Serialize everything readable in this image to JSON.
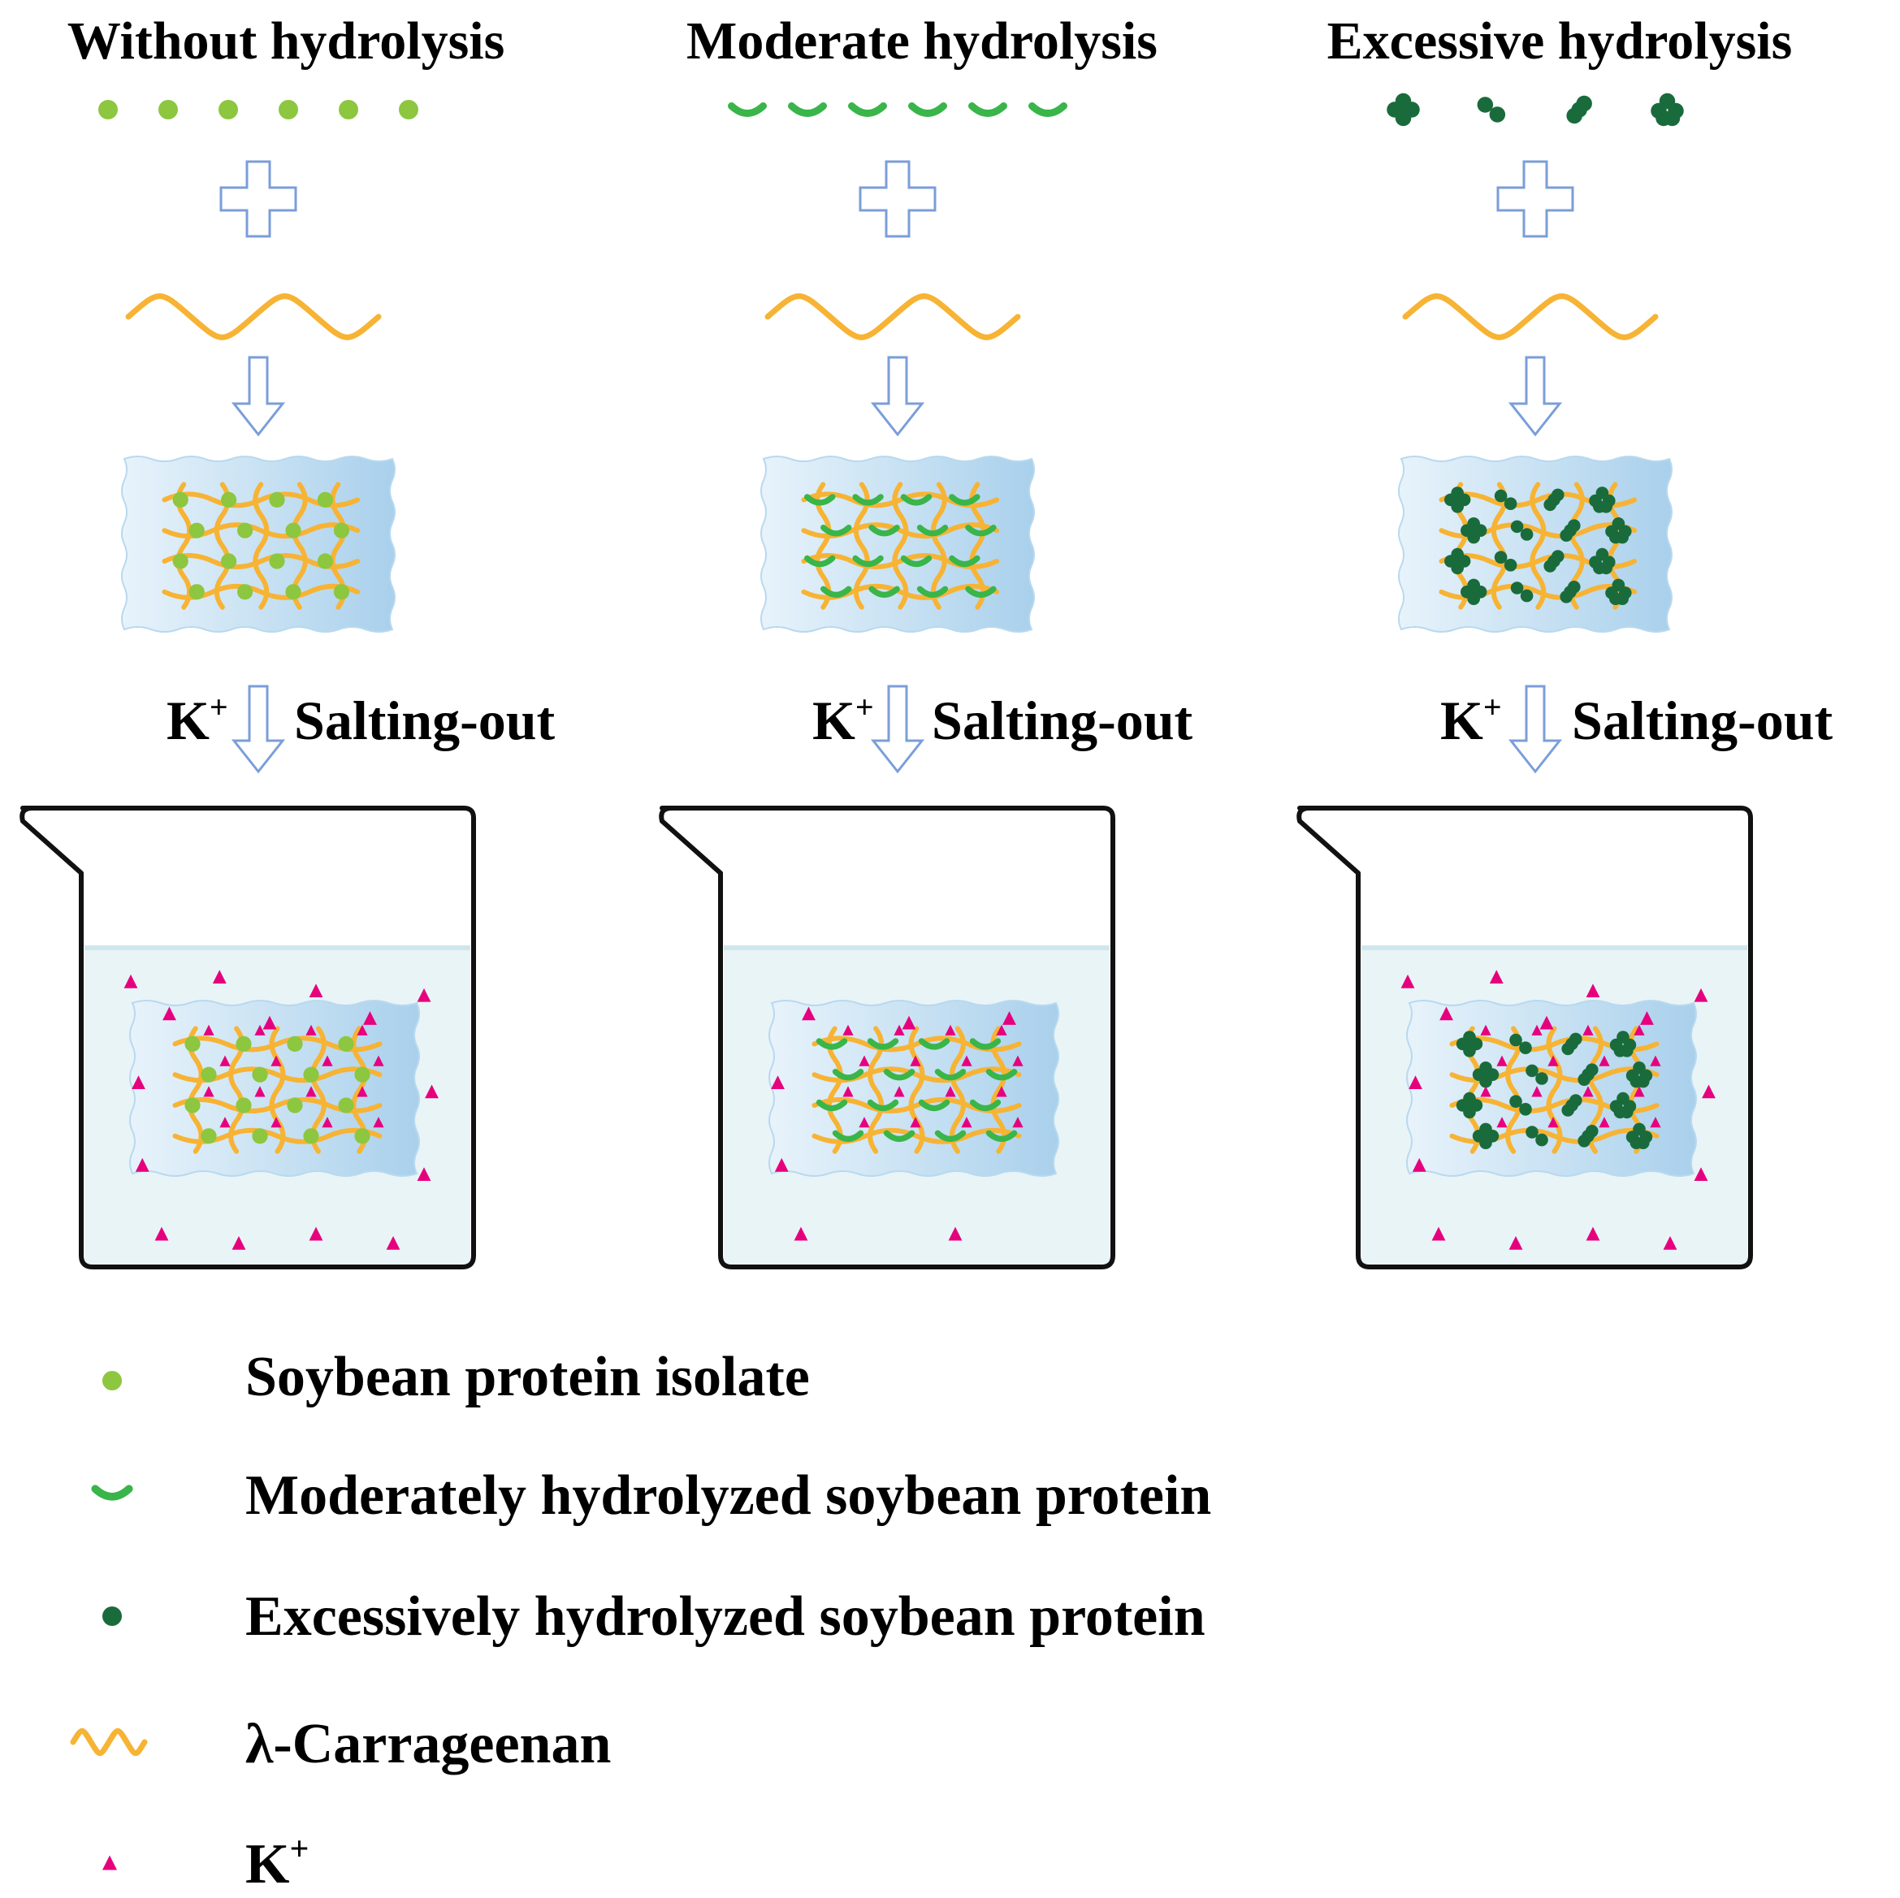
{
  "columns": [
    {
      "title": "Without hydrolysis",
      "protein_type": "dot",
      "protein_color": "#8dc63f",
      "step_ion": "K",
      "step_sup": "+",
      "step_label": "Salting-out"
    },
    {
      "title": "Moderate hydrolysis",
      "protein_type": "crescent",
      "protein_color": "#39b54a",
      "step_ion": "K",
      "step_sup": "+",
      "step_label": "Salting-out"
    },
    {
      "title": "Excessive hydrolysis",
      "protein_type": "cluster",
      "protein_color": "#1a6b3c",
      "step_ion": "K",
      "step_sup": "+",
      "step_label": "Salting-out"
    }
  ],
  "legend": [
    {
      "icon": "dot",
      "label": "Soybean protein isolate"
    },
    {
      "icon": "crescent",
      "label": "Moderately hydrolyzed soybean protein"
    },
    {
      "icon": "dark-dot",
      "label": "Excessively hydrolyzed soybean protein"
    },
    {
      "icon": "wave",
      "label": "λ-Carrageenan"
    },
    {
      "icon": "triangle",
      "label_main": "K",
      "label_sup": "+"
    }
  ],
  "colors": {
    "spi": "#8dc63f",
    "moderate": "#39b54a",
    "excessive": "#1a6b3c",
    "carrageenan": "#f7b334",
    "potassium": "#e6007e",
    "arrow_outline": "#7b9ed9",
    "gel_fill": "#cfe6f5",
    "water": "#e9f4f7"
  }
}
